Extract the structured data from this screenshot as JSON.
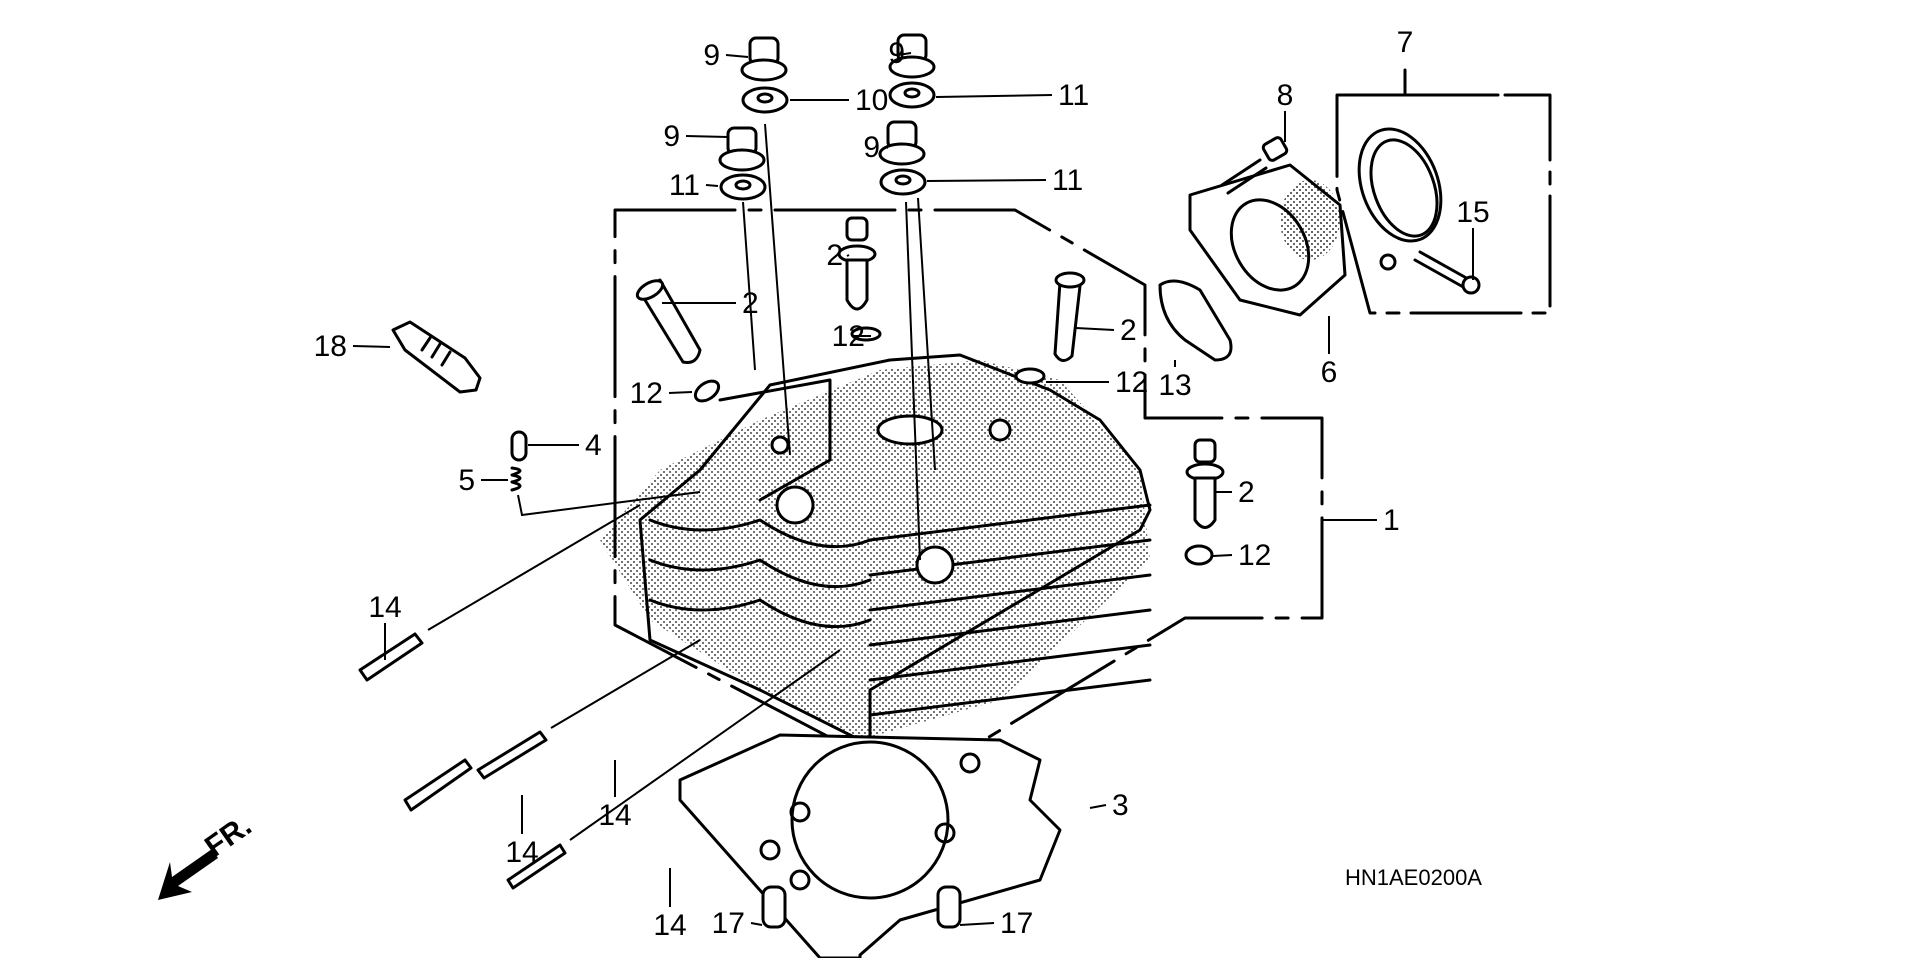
{
  "diagram": {
    "title": "Cylinder Head exploded parts diagram",
    "reference_code": "HN1AE0200A",
    "direction_indicator": {
      "label": "FR.",
      "icon": "front-arrow-icon"
    },
    "colors": {
      "line": "#000000",
      "background": "#ffffff"
    },
    "callouts": [
      {
        "id": "c9a",
        "number": "9",
        "part": "cap-nut"
      },
      {
        "id": "c10",
        "number": "10",
        "part": "washer"
      },
      {
        "id": "c9b",
        "number": "9",
        "part": "cap-nut"
      },
      {
        "id": "c11a",
        "number": "11",
        "part": "washer"
      },
      {
        "id": "c9c",
        "number": "9",
        "part": "cap-nut"
      },
      {
        "id": "c11b",
        "number": "11",
        "part": "washer"
      },
      {
        "id": "c9d",
        "number": "9",
        "part": "cap-nut"
      },
      {
        "id": "c11c",
        "number": "11",
        "part": "washer"
      },
      {
        "id": "c7",
        "number": "7",
        "part": "clamp-set"
      },
      {
        "id": "c8",
        "number": "8",
        "part": "bolt"
      },
      {
        "id": "c15",
        "number": "15",
        "part": "clamp-screw"
      },
      {
        "id": "c2a",
        "number": "2",
        "part": "valve-guide"
      },
      {
        "id": "c2b",
        "number": "2",
        "part": "valve-guide"
      },
      {
        "id": "c2c",
        "number": "2",
        "part": "valve-guide"
      },
      {
        "id": "c12a",
        "number": "12",
        "part": "o-ring"
      },
      {
        "id": "c12b",
        "number": "12",
        "part": "o-ring"
      },
      {
        "id": "c12c",
        "number": "12",
        "part": "o-ring"
      },
      {
        "id": "c13",
        "number": "13",
        "part": "insulator-gasket"
      },
      {
        "id": "c6",
        "number": "6",
        "part": "intake-insulator"
      },
      {
        "id": "c18",
        "number": "18",
        "part": "spark-plug"
      },
      {
        "id": "c4",
        "number": "4",
        "part": "dowel-pin"
      },
      {
        "id": "c5",
        "number": "5",
        "part": "spring"
      },
      {
        "id": "c2d",
        "number": "2",
        "part": "valve-guide"
      },
      {
        "id": "c12d",
        "number": "12",
        "part": "o-ring"
      },
      {
        "id": "c1",
        "number": "1",
        "part": "cylinder-head-assembly"
      },
      {
        "id": "c14a",
        "number": "14",
        "part": "stud-bolt"
      },
      {
        "id": "c14b",
        "number": "14",
        "part": "stud-bolt"
      },
      {
        "id": "c14c",
        "number": "14",
        "part": "stud-bolt"
      },
      {
        "id": "c14d",
        "number": "14",
        "part": "stud-bolt"
      },
      {
        "id": "c3",
        "number": "3",
        "part": "head-gasket"
      },
      {
        "id": "c17a",
        "number": "17",
        "part": "dowel-pin"
      },
      {
        "id": "c17b",
        "number": "17",
        "part": "dowel-pin"
      }
    ]
  }
}
